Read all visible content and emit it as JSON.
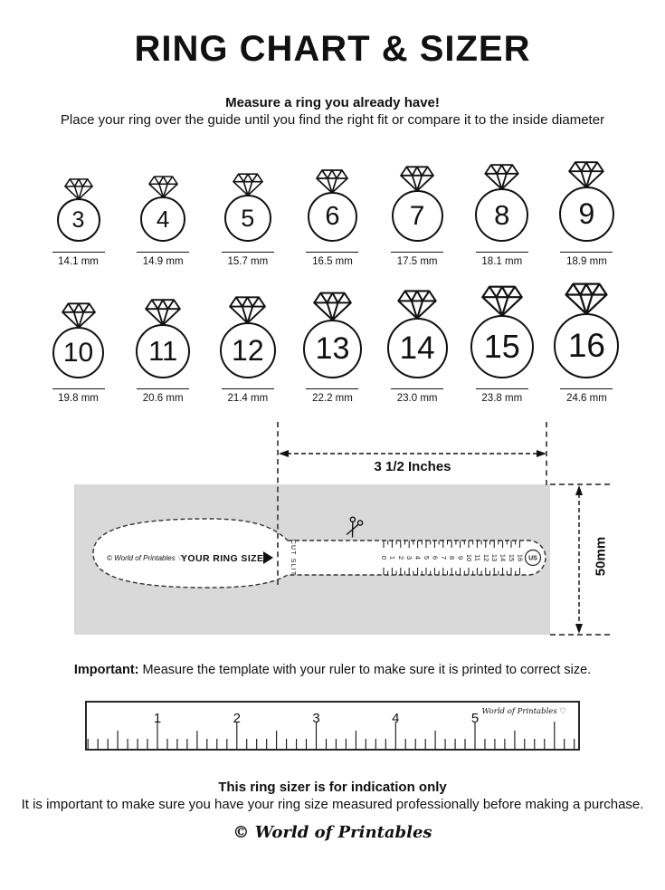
{
  "header": {
    "title": "RING CHART & SIZER",
    "subtitle_bold": "Measure a ring you already have!",
    "subtitle": "Place your ring over the guide until you find the right fit or compare it to the inside diameter"
  },
  "ring_rows": [
    [
      {
        "size": "3",
        "diameter": "14.1 mm"
      },
      {
        "size": "4",
        "diameter": "14.9 mm"
      },
      {
        "size": "5",
        "diameter": "15.7 mm"
      },
      {
        "size": "6",
        "diameter": "16.5 mm"
      },
      {
        "size": "7",
        "diameter": "17.5 mm"
      },
      {
        "size": "8",
        "diameter": "18.1 mm"
      },
      {
        "size": "9",
        "diameter": "18.9 mm"
      }
    ],
    [
      {
        "size": "10",
        "diameter": "19.8 mm"
      },
      {
        "size": "11",
        "diameter": "20.6 mm"
      },
      {
        "size": "12",
        "diameter": "21.4 mm"
      },
      {
        "size": "13",
        "diameter": "22.2 mm"
      },
      {
        "size": "14",
        "diameter": "23.0 mm"
      },
      {
        "size": "15",
        "diameter": "23.8 mm"
      },
      {
        "size": "16",
        "diameter": "24.6 mm"
      }
    ]
  ],
  "sizer": {
    "width_label": "3 1/2 Inches",
    "height_label": "50mm",
    "brand": "© World of Printables ♡",
    "ring_size_label": "YOUR RING SIZE",
    "cut_slit_label": "CUT SLIT",
    "us_label": "US",
    "scale_numbers": [
      "0",
      "1",
      "2",
      "3",
      "4",
      "5",
      "6",
      "7",
      "8",
      "9",
      "10",
      "11",
      "12",
      "13",
      "14",
      "15",
      "16"
    ]
  },
  "important": {
    "label": "Important:",
    "text": "Measure the template with your ruler to make sure it is printed to correct size."
  },
  "ruler": {
    "numbers": [
      "1",
      "2",
      "3",
      "4",
      "5"
    ],
    "brand": "World of Printables ♡"
  },
  "footer": {
    "bold_note": "This ring sizer is for indication only",
    "note": "It is important to make sure you have your ring size measured professionally before making a purchase.",
    "brand": "© World of Printables"
  }
}
